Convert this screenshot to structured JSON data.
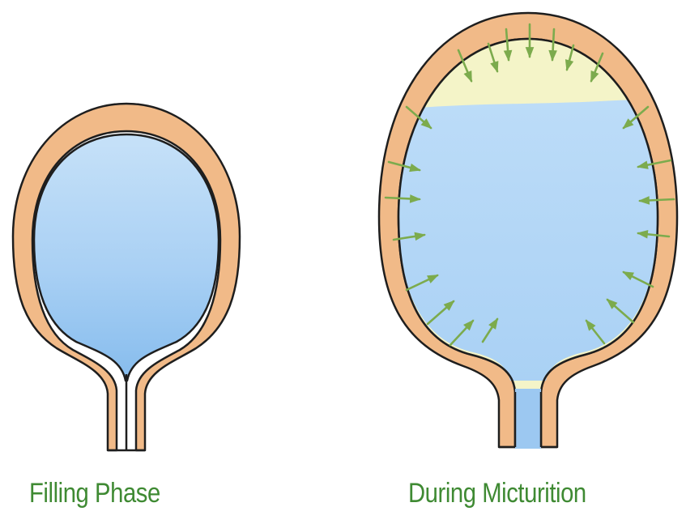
{
  "colors": {
    "bladder_wall": "#f1ba88",
    "wall_outline": "#1e1e1e",
    "urine": "#aad2f5",
    "urine_deep": "#8ec0ee",
    "air_space": "#f4f4c8",
    "contraction_arrow": "#7cab4d",
    "caption_text": "#3f8a33"
  },
  "icons": {
    "contraction_arrow": "arrow-icon"
  },
  "panels": [
    {
      "id": "filling",
      "caption": "Filling Phase",
      "urine_level": 1.0,
      "outlet_flow": false,
      "arrow_count": 0
    },
    {
      "id": "micturition",
      "caption": "During Micturition",
      "urine_level": 0.78,
      "outlet_flow": true,
      "arrow_count": 22
    }
  ]
}
